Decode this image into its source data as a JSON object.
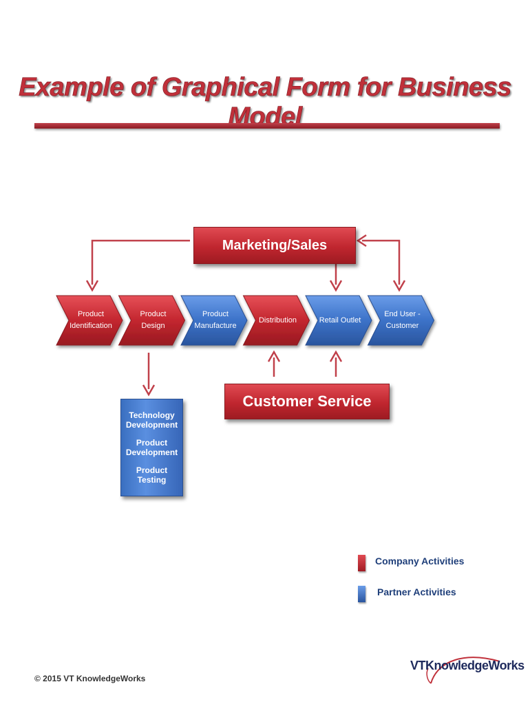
{
  "title": "Example of Graphical Form for Business Model",
  "colors": {
    "company": "#c0262f",
    "partner": "#3a6fc0",
    "arrow": "#c0404a",
    "title": "#c0303a"
  },
  "marketing": "Marketing/Sales",
  "customer_service": "Customer Service",
  "chain": [
    {
      "line1": "Product",
      "line2": "Identification",
      "type": "company"
    },
    {
      "line1": "Product  Design",
      "line2": "",
      "type": "company"
    },
    {
      "line1": "Product",
      "line2": "Manufacture",
      "type": "partner"
    },
    {
      "line1": "Distribution",
      "line2": "",
      "type": "company"
    },
    {
      "line1": "Retail Outlet",
      "line2": "",
      "type": "partner"
    },
    {
      "line1": "End User -",
      "line2": "Customer",
      "type": "partner"
    }
  ],
  "partner_box": {
    "items": [
      {
        "line1": "Technology",
        "line2": "Development"
      },
      {
        "line1": "Product",
        "line2": "Development"
      },
      {
        "line1": "Product Testing",
        "line2": ""
      }
    ]
  },
  "legend": {
    "company": "Company Activities",
    "partner": "Partner Activities"
  },
  "copyright": "© 2015 VT KnowledgeWorks",
  "logo": "VTKnowledgeWorks"
}
